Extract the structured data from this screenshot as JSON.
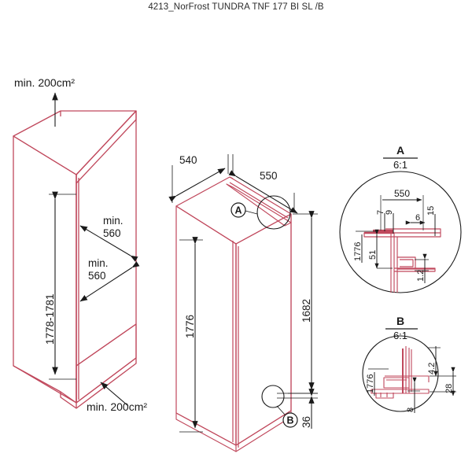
{
  "document": {
    "title": "4213_NorFrost TUNDRA TNF 177 BI SL /B",
    "type": "technical-drawing",
    "line_color": "#c0485c",
    "dim_color": "#1a1a1a"
  },
  "niche_view": {
    "name": "installation-niche-isometric",
    "top_vent_label": "min. 200cm²",
    "bottom_vent_label": "min. 200cm²",
    "height_label": "1778-1781",
    "depth_label_1": "min.",
    "depth_value_1": "560",
    "depth_label_2": "min.",
    "depth_value_2": "560"
  },
  "appliance_view": {
    "name": "appliance-isometric",
    "width_label": "540",
    "depth_label": "550",
    "body_height_label": "1776",
    "door_height_label": "1682",
    "plinth_label": "36",
    "detail_marker_a": "A",
    "detail_marker_b": "B"
  },
  "detail_a": {
    "name": "detail-a",
    "header": "A",
    "scale": "6:1",
    "dims": {
      "depth": "550",
      "d7": "7",
      "d9": "9",
      "d6": "6",
      "d15": "15",
      "height": "1776",
      "d51": "51",
      "d12": "1.2"
    }
  },
  "detail_b": {
    "name": "detail-b",
    "header": "B",
    "scale": "6:1",
    "dims": {
      "height": "1776",
      "d42": "4.2",
      "d28": "28",
      "d8": "8"
    }
  }
}
